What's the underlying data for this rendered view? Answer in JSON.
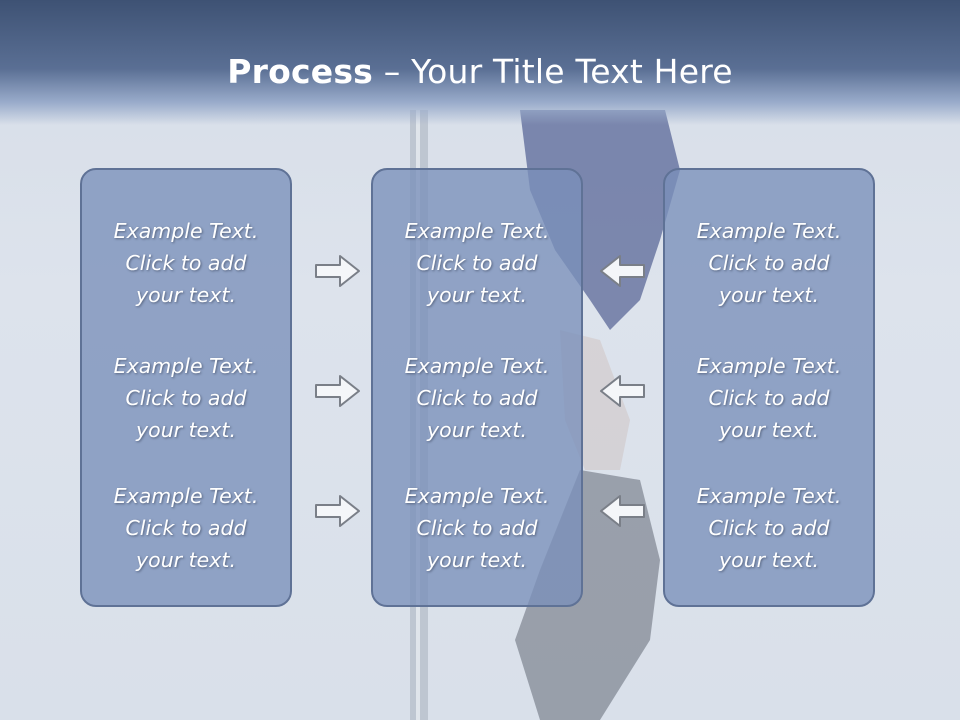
{
  "slide": {
    "title_bold": "Process",
    "title_rest": " – Your Title Text Here"
  },
  "columns": [
    {
      "items": [
        "Example Text.\nClick  to add\nyour text.",
        "Example Text.\nClick  to add\nyour text.",
        "Example Text.\nClick  to add\nyour text."
      ]
    },
    {
      "items": [
        "Example Text.\nClick  to add\nyour text.",
        "Example Text.\nClick  to add\nyour text.",
        "Example Text.\nClick  to add\nyour text."
      ]
    },
    {
      "items": [
        "Example Text.\nClick  to add\nyour text.",
        "Example Text.\nClick  to add\nyour text.",
        "Example Text.\nClick  to add\nyour text."
      ]
    }
  ],
  "arrows": {
    "left_group": "arrow-right-icon",
    "right_group": "arrow-left-icon"
  },
  "colors": {
    "title_band": "#3e5274",
    "panel_fill": "#7a90ba",
    "panel_border": "#5f7296",
    "text": "#ffffff"
  }
}
